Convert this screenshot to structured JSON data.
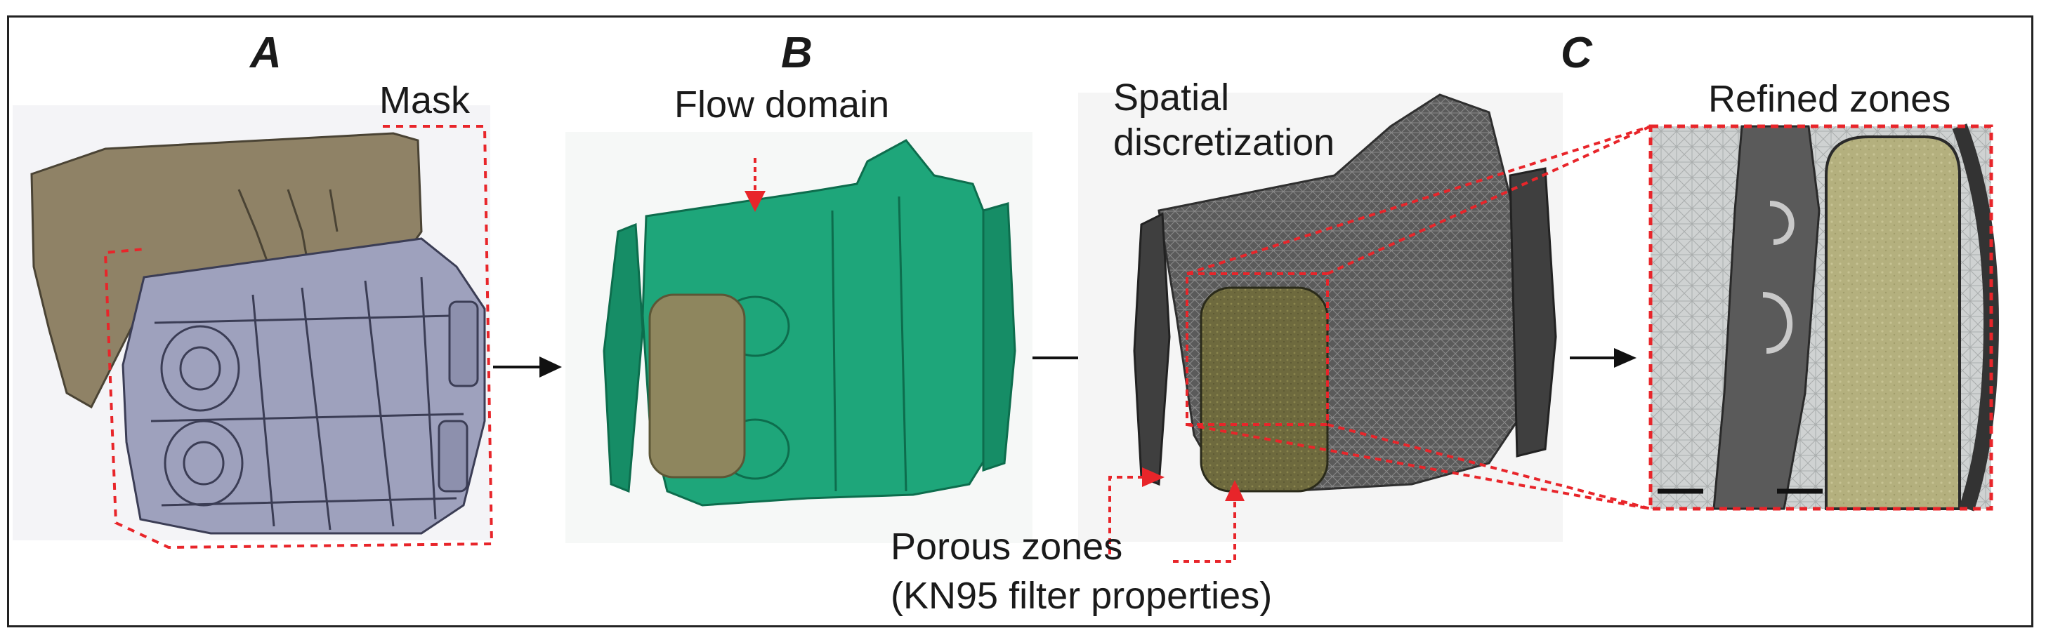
{
  "panels": {
    "a": {
      "letter": "A",
      "label": "Mask"
    },
    "b": {
      "letter": "B",
      "label": "Flow domain"
    },
    "c": {
      "letter": "C",
      "label_line1": "Spatial",
      "label_line2": "discretization",
      "refined_label": "Refined zones",
      "porous_line1": "Porous zones",
      "porous_line2": "(KN95 filter properties)"
    }
  },
  "colors": {
    "mask_face": "#8f8266",
    "mask_blue": "#9ea1bd",
    "flow_green": "#1ea67a",
    "filter_olive": "#8e865e",
    "mesh_gray": "#4f4f4f",
    "annotation_red": "#e8252a",
    "arrow_black": "#111111"
  }
}
